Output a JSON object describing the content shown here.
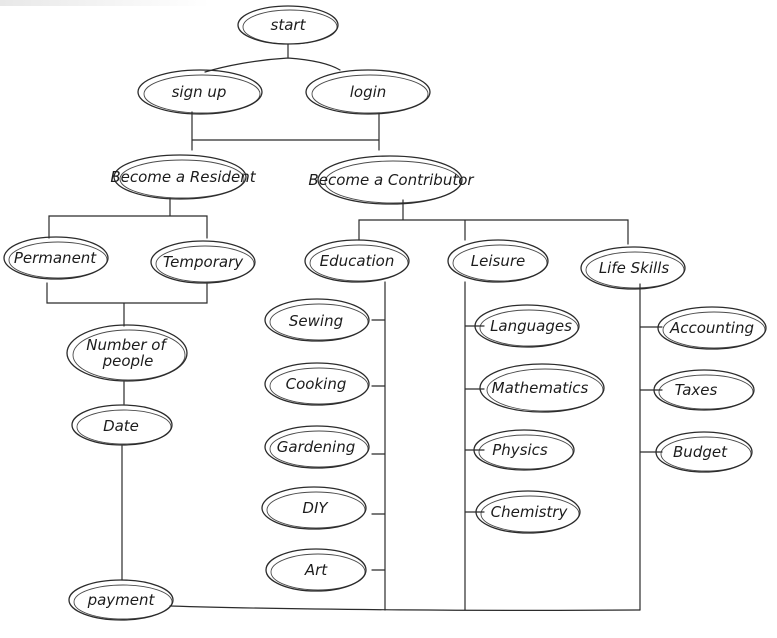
{
  "diagram": {
    "nodes": {
      "start": "start",
      "signup": "sign up",
      "login": "login",
      "resident": "Become a Resident",
      "contributor": "Become a Contributor",
      "permanent": "Permanent",
      "temporary": "Temporary",
      "people_line1": "Number of",
      "people_line2": "people",
      "date": "Date",
      "payment": "payment",
      "education": "Education",
      "leisure": "Leisure",
      "lifeskills": "Life Skills",
      "sewing": "Sewing",
      "cooking": "Cooking",
      "gardening": "Gardening",
      "diy": "DIY",
      "art": "Art",
      "languages": "Languages",
      "mathematics": "Mathematics",
      "physics": "Physics",
      "chemistry": "Chemistry",
      "accounting": "Accounting",
      "taxes": "Taxes",
      "budget": "Budget"
    }
  }
}
